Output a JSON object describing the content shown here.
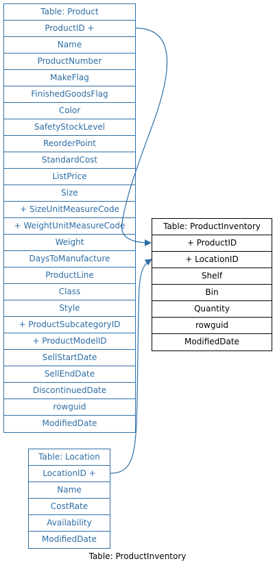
{
  "tables": {
    "product": {
      "title": "Table: Product",
      "fields": [
        "ProductID +",
        "Name",
        "ProductNumber",
        "MakeFlag",
        "FinishedGoodsFlag",
        "Color",
        "SafetyStockLevel",
        "ReorderPoint",
        "StandardCost",
        "ListPrice",
        "Size",
        "+ SizeUnitMeasureCode",
        "+ WeightUnitMeasureCode",
        "Weight",
        "DaysToManufacture",
        "ProductLine",
        "Class",
        "Style",
        "+ ProductSubcategoryID",
        "+ ProductModelID",
        "SellStartDate",
        "SellEndDate",
        "DiscontinuedDate",
        "rowguid",
        "ModifiedDate"
      ]
    },
    "location": {
      "title": "Table: Location",
      "fields": [
        "LocationID +",
        "Name",
        "CostRate",
        "Availability",
        "ModifiedDate"
      ]
    },
    "inventory": {
      "title": "Table: ProductInventory",
      "fields": [
        "+ ProductID",
        "+ LocationID",
        "Shelf",
        "Bin",
        "Quantity",
        "rowguid",
        "ModifiedDate"
      ]
    }
  },
  "caption": "Table: ProductInventory",
  "colors": {
    "related_table": "#2d6da4",
    "focus_table": "#000000",
    "connector": "#2d6da4"
  }
}
